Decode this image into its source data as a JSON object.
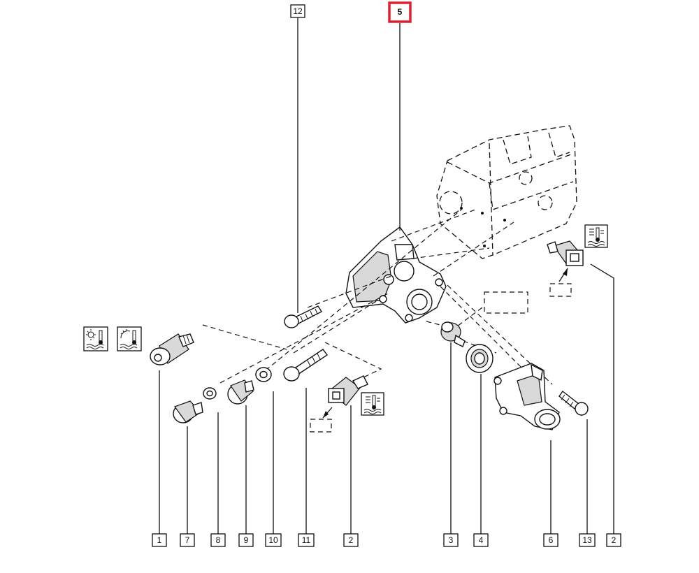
{
  "callouts": {
    "c1": "1",
    "c2a": "2",
    "c2b": "2",
    "c3": "3",
    "c4": "4",
    "c5": "5",
    "c6": "6",
    "c7": "7",
    "c8": "8",
    "c9": "9",
    "c10": "10",
    "c11": "11",
    "c12": "12",
    "c13": "13"
  },
  "highlight": {
    "callout": "5",
    "color": "#e0202e"
  },
  "icons": {
    "coolant_temp_icon_a": "coolant-temperature-icon",
    "coolant_temp_icon_b": "coolant-temperature-gauge-icon",
    "coolant_temp_icon_c": "coolant-temperature-sensor-icon",
    "coolant_temp_icon_d": "coolant-temperature-sensor-icon"
  }
}
